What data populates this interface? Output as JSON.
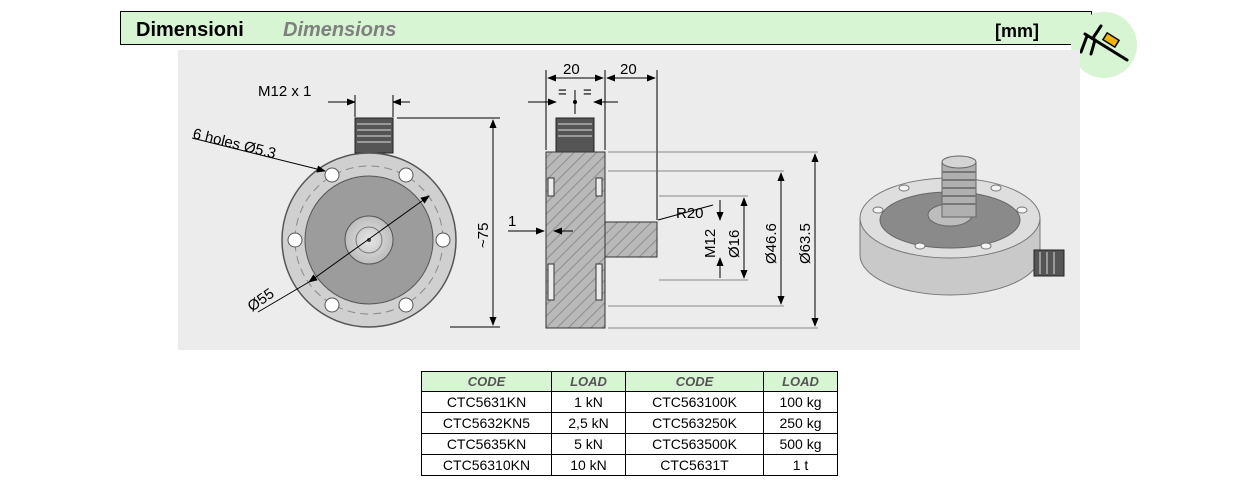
{
  "header": {
    "title": "Dimensioni",
    "subtitle": "Dimensions",
    "unit": "[mm]"
  },
  "icons": {
    "badge": "caliper-icon"
  },
  "colors": {
    "accent_green": "#d7f4d3",
    "drawing_bg": "#ececec"
  },
  "drawing": {
    "labels": {
      "thread": "M12 x 1",
      "holes": "6 holes Ø5.3",
      "diameter_55": "Ø55",
      "height_75": "~75",
      "width_left": "20",
      "width_right": "20",
      "eq_left": "=",
      "eq_right": "=",
      "gap_1": "1",
      "radius": "R20",
      "m12": "M12",
      "d16": "Ø16",
      "d46": "Ø46.6",
      "d63": "Ø63.5"
    }
  },
  "table": {
    "headers": [
      "CODE",
      "LOAD",
      "CODE",
      "LOAD"
    ],
    "rows": [
      [
        "CTC5631KN",
        "1 kN",
        "CTC563100K",
        "100 kg"
      ],
      [
        "CTC5632KN5",
        "2,5 kN",
        "CTC563250K",
        "250 kg"
      ],
      [
        "CTC5635KN",
        "5 kN",
        "CTC563500K",
        "500 kg"
      ],
      [
        "CTC56310KN",
        "10 kN",
        "CTC5631T",
        "1 t"
      ]
    ]
  }
}
